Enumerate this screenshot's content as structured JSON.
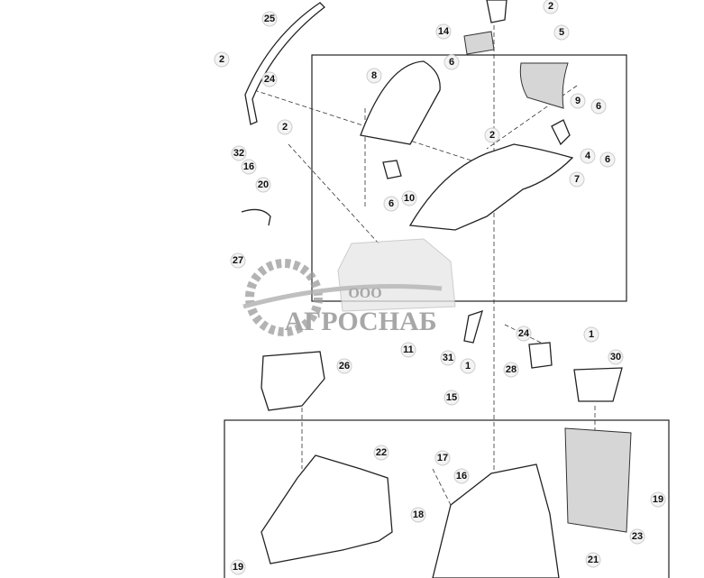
{
  "diagram": {
    "callouts": [
      "25",
      "2",
      "14",
      "2",
      "5",
      "2",
      "24",
      "8",
      "6",
      "9",
      "6",
      "2",
      "32",
      "16",
      "20",
      "10",
      "6",
      "4",
      "6",
      "7",
      "27",
      "11",
      "31",
      "1",
      "24",
      "1",
      "28",
      "30",
      "26",
      "15",
      "22",
      "17",
      "16",
      "18",
      "19",
      "19",
      "23",
      "21"
    ],
    "colors": {
      "line": "#222222",
      "callout_fill": "#f4f4f4",
      "watermark": "#9a9a9a"
    }
  },
  "watermark": {
    "prefix": "ООО",
    "name": "АГРОСНАБ"
  }
}
